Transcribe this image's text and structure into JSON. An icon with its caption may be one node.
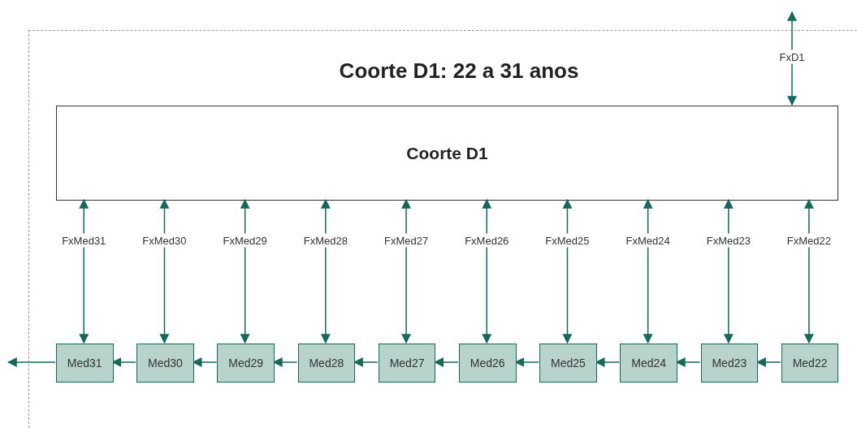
{
  "diagram": {
    "nodes": [
      {
        "text": [
          "Coorte D1: 22 a 31 anos"
        ]
      },
      {
        "text": [
          "Coorte D1"
        ],
        "in": 0
      },
      {
        "text": [
          "Med31"
        ],
        "in": 0
      },
      {
        "text": [
          "Med30"
        ],
        "in": 0
      },
      {
        "text": [
          "Med29"
        ],
        "in": 0
      },
      {
        "text": [
          "Med28"
        ],
        "in": 0
      },
      {
        "text": [
          "Med27"
        ],
        "in": 0
      },
      {
        "text": [
          "Med26"
        ],
        "in": 0
      },
      {
        "text": [
          "Med25"
        ],
        "in": 0
      },
      {
        "text": [
          "Med24"
        ],
        "in": 0
      },
      {
        "text": [
          "Med23"
        ],
        "in": 0
      },
      {
        "text": [
          "Med22"
        ],
        "in": 0
      }
    ],
    "edges": [
      {
        "from": null,
        "to": 1,
        "arrow": "both",
        "label": "FxD1"
      },
      {
        "from": 2,
        "to": 1,
        "arrow": "both",
        "label": "FxMed31"
      },
      {
        "from": 3,
        "to": 1,
        "arrow": "both",
        "label": "FxMed30"
      },
      {
        "from": 4,
        "to": 1,
        "arrow": "both",
        "label": "FxMed29"
      },
      {
        "from": 5,
        "to": 1,
        "arrow": "both",
        "label": "FxMed28"
      },
      {
        "from": 6,
        "to": 1,
        "arrow": "both",
        "label": "FxMed27"
      },
      {
        "from": 7,
        "to": 1,
        "arrow": "both",
        "label": "FxMed26"
      },
      {
        "from": 8,
        "to": 1,
        "arrow": "both",
        "label": "FxMed25"
      },
      {
        "from": 9,
        "to": 1,
        "arrow": "both",
        "label": "FxMed24"
      },
      {
        "from": 10,
        "to": 1,
        "arrow": "both",
        "label": "FxMed23"
      },
      {
        "from": 11,
        "to": 1,
        "arrow": "both",
        "label": "FxMed22"
      },
      {
        "from": 11,
        "to": 10,
        "arrow": "to"
      },
      {
        "from": 10,
        "to": 9,
        "arrow": "to"
      },
      {
        "from": 9,
        "to": 8,
        "arrow": "to"
      },
      {
        "from": 8,
        "to": 7,
        "arrow": "to"
      },
      {
        "from": 7,
        "to": 6,
        "arrow": "to"
      },
      {
        "from": 6,
        "to": 5,
        "arrow": "to"
      },
      {
        "from": 5,
        "to": 4,
        "arrow": "to"
      },
      {
        "from": 4,
        "to": 3,
        "arrow": "to"
      },
      {
        "from": 3,
        "to": 2,
        "arrow": "to"
      },
      {
        "from": 2,
        "to": null,
        "arrow": "to"
      }
    ]
  }
}
